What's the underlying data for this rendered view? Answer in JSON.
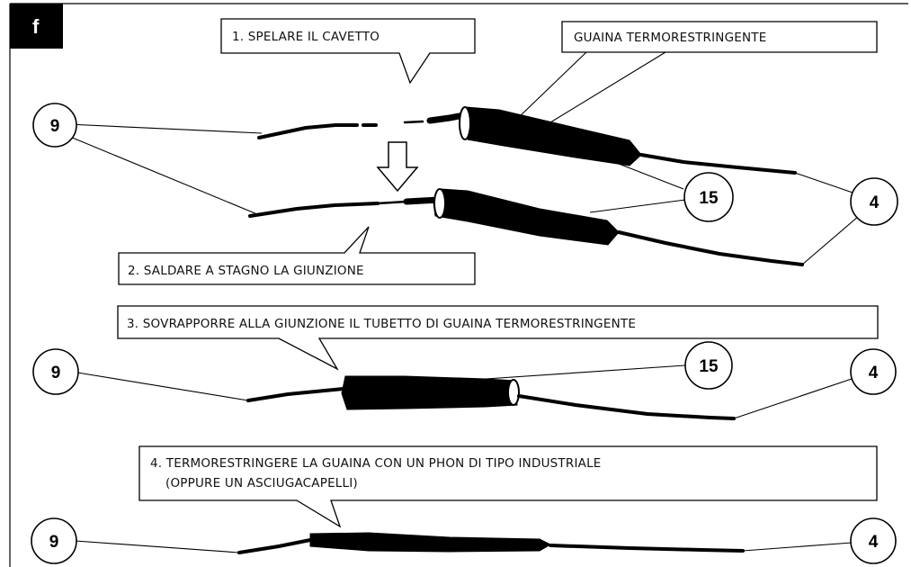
{
  "panel_tag": "f",
  "steps": {
    "step1": "1. SPELARE IL CAVETTO",
    "sheath_label": "GUAINA TERMORESTRINGENTE",
    "step2": "2. SALDARE A STAGNO LA GIUNZIONE",
    "step3": "3. SOVRAPPORRE ALLA GIUNZIONE IL TUBETTO DI GUAINA TERMORESTRINGENTE",
    "step4_line1": "4. TERMORESTRINGERE LA GUAINA CON UN PHON DI TIPO INDUSTRIALE",
    "step4_line2": "(OPPURE UN ASCIUGACAPELLI)"
  },
  "callouts": {
    "row1_left": "9",
    "row1_mid": "15",
    "row1_right": "4",
    "row2_left": "9",
    "row2_mid": "15",
    "row2_right": "4",
    "row3_left": "9",
    "row3_right": "4"
  },
  "colors": {
    "ink": "#000000",
    "background": "#ffffff"
  }
}
